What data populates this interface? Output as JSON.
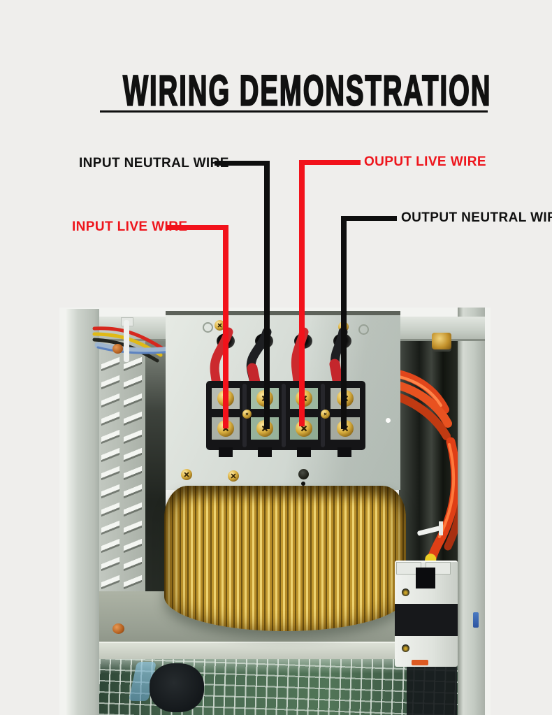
{
  "page": {
    "background_color": "#efeeec"
  },
  "header": {
    "title": "WIRING DEMONSTRATION",
    "underline_color": "#0f0f0f"
  },
  "annotations": [
    {
      "id": "input-neutral-wire",
      "label": "INPUT NEUTRAL WIRE",
      "color": "#111111",
      "wire_color": "black"
    },
    {
      "id": "ouput-live-wire",
      "label": "OUPUT LIVE WIRE",
      "color": "#ee151c",
      "wire_color": "red"
    },
    {
      "id": "input-live-wire",
      "label": "INPUT LIVE WIRE",
      "color": "#ee151c",
      "wire_color": "red"
    },
    {
      "id": "output-neutral-wire",
      "label": "OUTPUT NEUTRAL WIRE",
      "color": "#111111",
      "wire_color": "black"
    }
  ],
  "photo": {
    "subject": "voltage-stabilizer-interior",
    "colors": {
      "annotation_red": "#f2121b",
      "annotation_black": "#0e0e0e",
      "coil_gold": "#c2992f",
      "cable_orange": "#e1461b",
      "frame_gray": "#c8cfc7",
      "panel_gray": "#d6dcd6",
      "mesh_green": "#4a6b52",
      "terminal_black": "#151517"
    }
  }
}
